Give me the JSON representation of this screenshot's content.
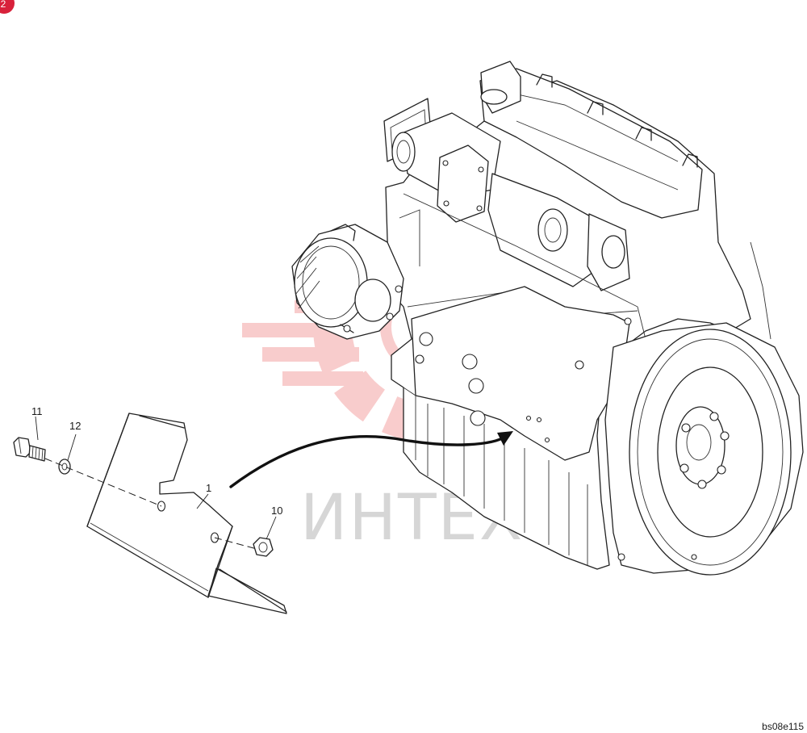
{
  "badge": {
    "text": "2",
    "color": "#d8213b"
  },
  "watermark": {
    "text": "ИНТЕХ",
    "logo_color": "#f4a3a3",
    "text_color": "#d6d6d6"
  },
  "callouts": [
    "1",
    "10",
    "11",
    "12"
  ],
  "drawing_code": "bs08e115",
  "colors": {
    "line": "#222222",
    "arrow": "#111111"
  },
  "icons": [
    "bolt-icon",
    "washer-icon",
    "nut-icon",
    "bracket-plate-icon",
    "engine-icon"
  ]
}
